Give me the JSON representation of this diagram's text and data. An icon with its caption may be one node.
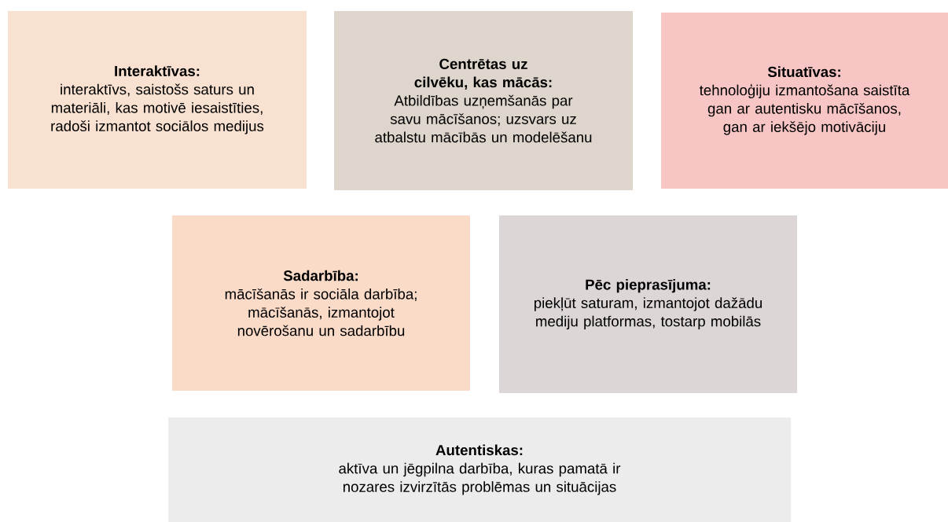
{
  "diagram": {
    "nodes": [
      {
        "text": [
          "Interaktīvas:",
          "interaktīvs, saistošs saturs un materiāli, kas motivē iesaistīties, radoši izmantot sociālos medijus"
        ]
      },
      {
        "text": [
          "Centrētas uz cilvēku, kas mācās:",
          "Atbildības uzņemšanās par savu mācīšanos; uzsvars uz atbalstu mācībās un modelēšanu"
        ]
      },
      {
        "text": [
          "Situatīvas:",
          "tehnoloģiju izmantošana saistīta gan ar autentisku mācīšanos, gan ar iekšējo motivāciju"
        ]
      },
      {
        "text": [
          "Sadarbība:",
          "mācīšanās ir sociāla darbība; mācīšanās, izmantojot novērošanu un sadarbību"
        ]
      },
      {
        "text": [
          "Pēc pieprasījuma:",
          "piekļūt saturam, izmantojot dažādu mediju platformas, tostarp mobilās"
        ]
      },
      {
        "text": [
          "Autentiskas:",
          "aktīva un jēgpilna darbība, kuras pamatā ir nozares izvirzītās problēmas un situācijas"
        ]
      }
    ]
  }
}
